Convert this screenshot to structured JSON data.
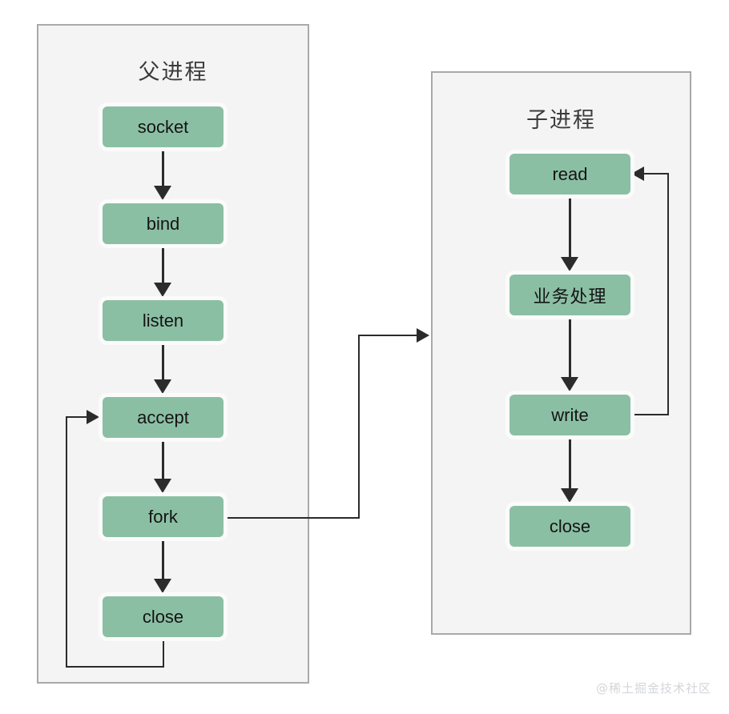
{
  "diagram": {
    "title": "",
    "colors": {
      "node_fill": "#8bbfa4",
      "panel_fill": "#f4f4f4",
      "panel_border": "#a9a9a9",
      "connector": "#2b2b2b",
      "node_text": "#141414",
      "watermark": "#d3d6da",
      "background": "#ffffff"
    },
    "panels": [
      {
        "id": "parent",
        "title": "父进程",
        "nodes": [
          {
            "id": "socket",
            "label": "socket"
          },
          {
            "id": "bind",
            "label": "bind"
          },
          {
            "id": "listen",
            "label": "listen"
          },
          {
            "id": "accept",
            "label": "accept"
          },
          {
            "id": "fork",
            "label": "fork"
          },
          {
            "id": "close",
            "label": "close"
          }
        ]
      },
      {
        "id": "child",
        "title": "子进程",
        "nodes": [
          {
            "id": "read",
            "label": "read"
          },
          {
            "id": "process",
            "label": "业务处理"
          },
          {
            "id": "write",
            "label": "write"
          },
          {
            "id": "close",
            "label": "close"
          }
        ]
      }
    ],
    "edges": [
      {
        "from": "socket",
        "to": "bind",
        "style": "arrow-down"
      },
      {
        "from": "bind",
        "to": "listen",
        "style": "arrow-down"
      },
      {
        "from": "listen",
        "to": "accept",
        "style": "arrow-down"
      },
      {
        "from": "accept",
        "to": "fork",
        "style": "arrow-down"
      },
      {
        "from": "fork",
        "to": "close",
        "style": "arrow-down"
      },
      {
        "from": "close",
        "to": "accept",
        "style": "loop-left"
      },
      {
        "from": "fork",
        "to": "child",
        "style": "branch-right"
      },
      {
        "from": "read",
        "to": "process",
        "style": "arrow-down"
      },
      {
        "from": "process",
        "to": "write",
        "style": "arrow-down"
      },
      {
        "from": "write",
        "to": "close",
        "style": "arrow-down"
      },
      {
        "from": "write",
        "to": "read",
        "style": "loop-right"
      }
    ]
  },
  "watermark": {
    "text": "@稀土掘金技术社区"
  }
}
